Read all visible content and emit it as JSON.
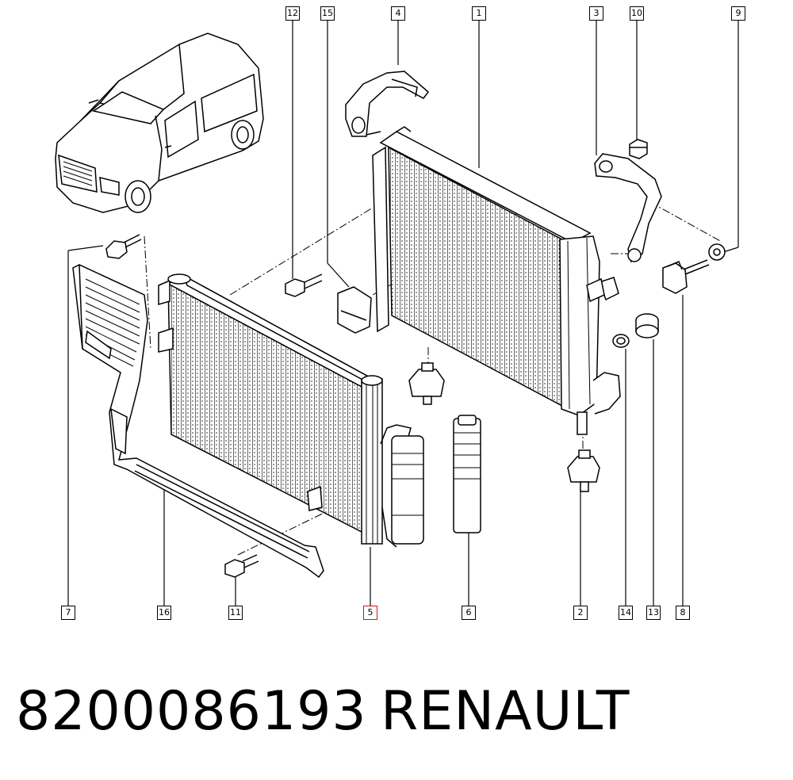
{
  "callouts": [
    {
      "id": "c12",
      "text": "12"
    },
    {
      "id": "c15",
      "text": "15"
    },
    {
      "id": "c4",
      "text": "4"
    },
    {
      "id": "c1",
      "text": "1"
    },
    {
      "id": "c3",
      "text": "3"
    },
    {
      "id": "c10",
      "text": "10"
    },
    {
      "id": "c9",
      "text": "9"
    },
    {
      "id": "c7",
      "text": "7"
    },
    {
      "id": "c16",
      "text": "16"
    },
    {
      "id": "c11",
      "text": "11"
    },
    {
      "id": "c5",
      "text": "5",
      "highlight": true
    },
    {
      "id": "c6",
      "text": "6"
    },
    {
      "id": "c2",
      "text": "2"
    },
    {
      "id": "c14",
      "text": "14"
    },
    {
      "id": "c13",
      "text": "13"
    },
    {
      "id": "c8",
      "text": "8"
    }
  ],
  "caption": {
    "part_number": "8200086193",
    "brand": "RENAULT"
  },
  "colors": {
    "line": "#000000",
    "highlight": "#dd1111",
    "background": "#ffffff"
  }
}
